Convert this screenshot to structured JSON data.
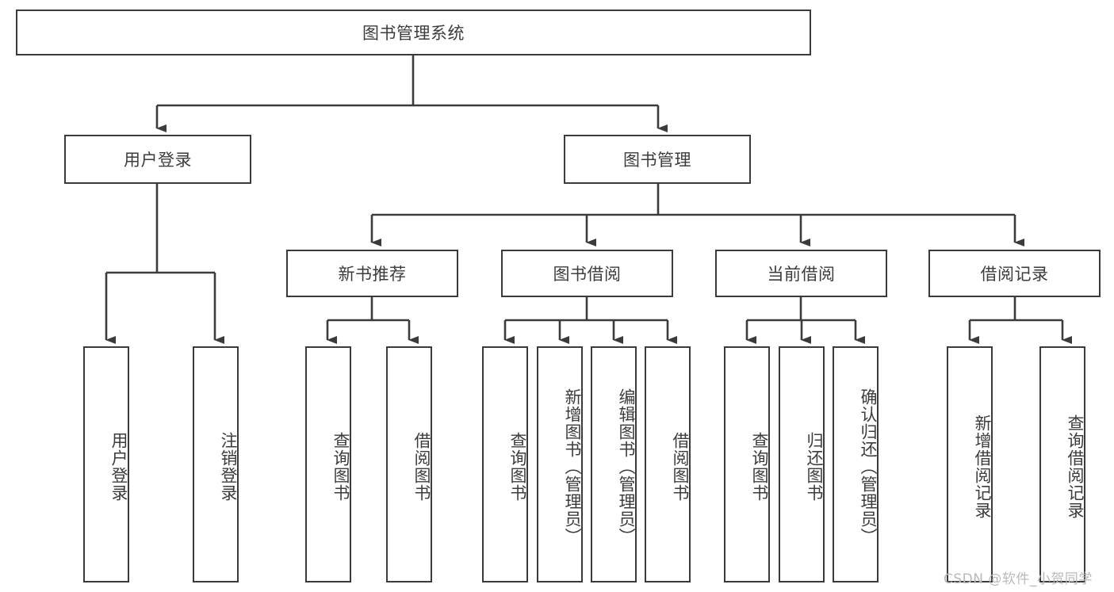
{
  "diagram": {
    "title_node": {
      "label": "图书管理系统"
    },
    "level2": [
      {
        "id": "user-login",
        "label": "用户登录"
      },
      {
        "id": "book-management",
        "label": "图书管理"
      }
    ],
    "level3": [
      {
        "id": "new-book-recommend",
        "label": "新书推荐"
      },
      {
        "id": "book-borrow",
        "label": "图书借阅"
      },
      {
        "id": "current-borrow",
        "label": "当前借阅"
      },
      {
        "id": "borrow-record",
        "label": "借阅记录"
      }
    ],
    "leaves": {
      "user_login": [
        {
          "id": "leaf-user-login",
          "label": "用户登录"
        },
        {
          "id": "leaf-logout",
          "label": "注销登录"
        }
      ],
      "new_book_recommend": [
        {
          "id": "leaf-query-book-1",
          "label": "查询图书"
        },
        {
          "id": "leaf-borrow-book-1",
          "label": "借阅图书"
        }
      ],
      "book_borrow": [
        {
          "id": "leaf-query-book-2",
          "label": "查询图书"
        },
        {
          "id": "leaf-add-book",
          "label": "新增图书（管理员）"
        },
        {
          "id": "leaf-edit-book",
          "label": "编辑图书（管理员）"
        },
        {
          "id": "leaf-borrow-book-2",
          "label": "借阅图书"
        }
      ],
      "current_borrow": [
        {
          "id": "leaf-query-book-3",
          "label": "查询图书"
        },
        {
          "id": "leaf-return-book",
          "label": "归还图书"
        },
        {
          "id": "leaf-confirm-return",
          "label": "确认归还（管理员）"
        }
      ],
      "borrow_record": [
        {
          "id": "leaf-add-record",
          "label": "新增借阅记录"
        },
        {
          "id": "leaf-query-record",
          "label": "查询借阅记录"
        }
      ]
    }
  },
  "watermark": {
    "text": "CSDN @软件_小贺同学"
  },
  "colors": {
    "stroke": "#3b3b3b",
    "text": "#3c3c3c",
    "background": "#ffffff",
    "watermark": "#b9b9b9"
  }
}
